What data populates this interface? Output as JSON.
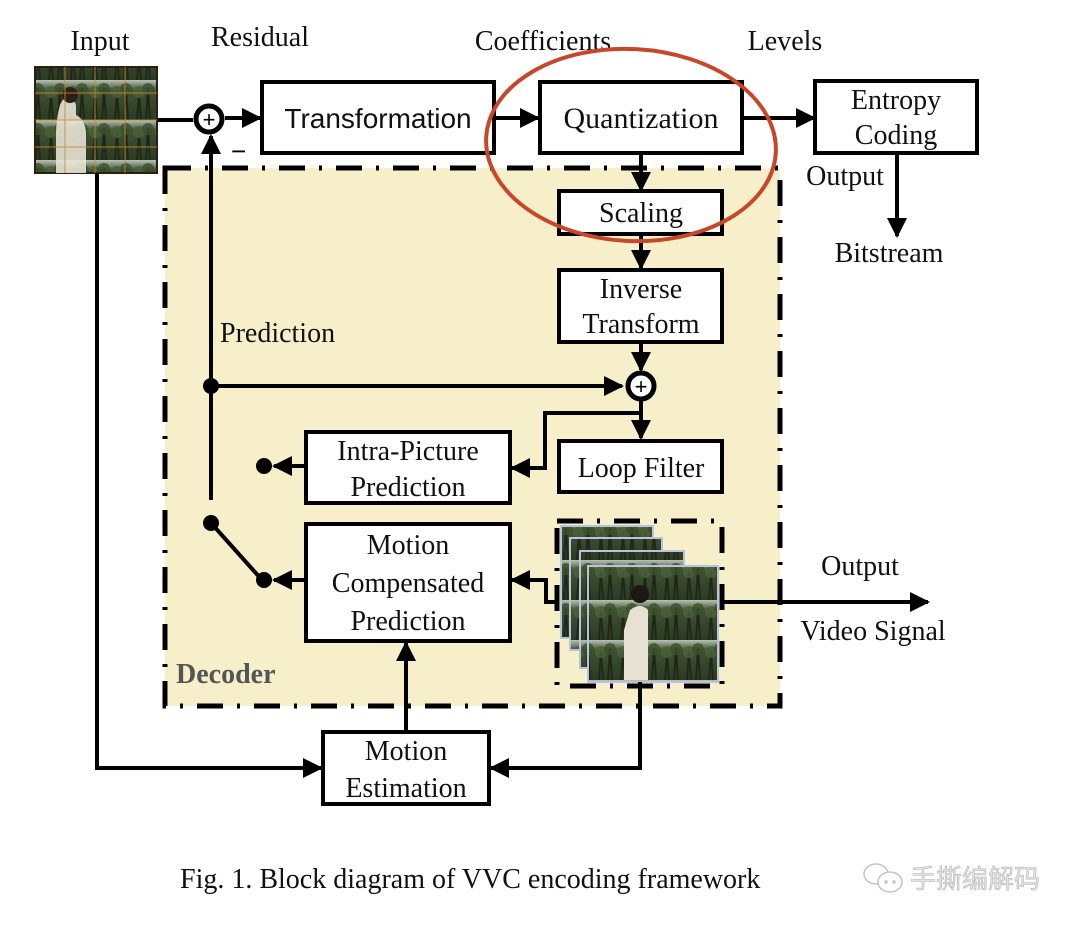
{
  "figure": {
    "caption": "Fig. 1.  Block diagram of VVC encoding framework",
    "watermark": "手撕编解码",
    "highlight_color": "#c8472a",
    "decoder_fill_color": "#f7efca"
  },
  "labels": {
    "input": "Input",
    "residual": "Residual",
    "coefficients": "Coefficients",
    "levels": "Levels",
    "output_bitstream_top": "Output",
    "bitstream": "Bitstream",
    "prediction": "Prediction",
    "output_video_top": "Output",
    "video_signal": "Video Signal",
    "decoder": "Decoder",
    "minus_sign": "−",
    "plus_sign": "+"
  },
  "blocks": {
    "transformation": [
      "Transformation"
    ],
    "quantization": [
      "Quantization"
    ],
    "entropy_coding": [
      "Entropy",
      "Coding"
    ],
    "scaling": [
      "Scaling"
    ],
    "inverse_transform": [
      "Inverse",
      "Transform"
    ],
    "loop_filter": [
      "Loop Filter"
    ],
    "intra_picture_prediction": [
      "Intra-Picture",
      "Prediction"
    ],
    "motion_compensated_prediction": [
      "Motion",
      "Compensated",
      "Prediction"
    ],
    "motion_estimation": [
      "Motion",
      "Estimation"
    ]
  },
  "highlight": {
    "target": "Quantization + Scaling",
    "shape": "ellipse"
  }
}
